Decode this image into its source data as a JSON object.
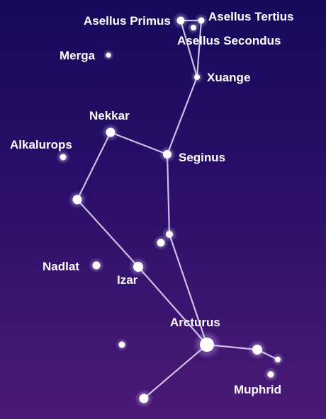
{
  "labels": {
    "asellus_primus": "Asellus Primus",
    "asellus_tertius": "Asellus Tertius",
    "asellus_secondus": "Asellus Secondus",
    "merga": "Merga",
    "xuange": "Xuange",
    "nekkar": "Nekkar",
    "alkalurops": "Alkalurops",
    "seginus": "Seginus",
    "nadlat": "Nadlat",
    "izar": "Izar",
    "arcturus": "Arcturus",
    "muphrid": "Muphrid"
  },
  "colors": {
    "sky_top": "#160a5c",
    "sky_bottom": "#4a1a74",
    "star": "#ffffff",
    "line": "#ddd3f2",
    "label": "#ffffff"
  }
}
